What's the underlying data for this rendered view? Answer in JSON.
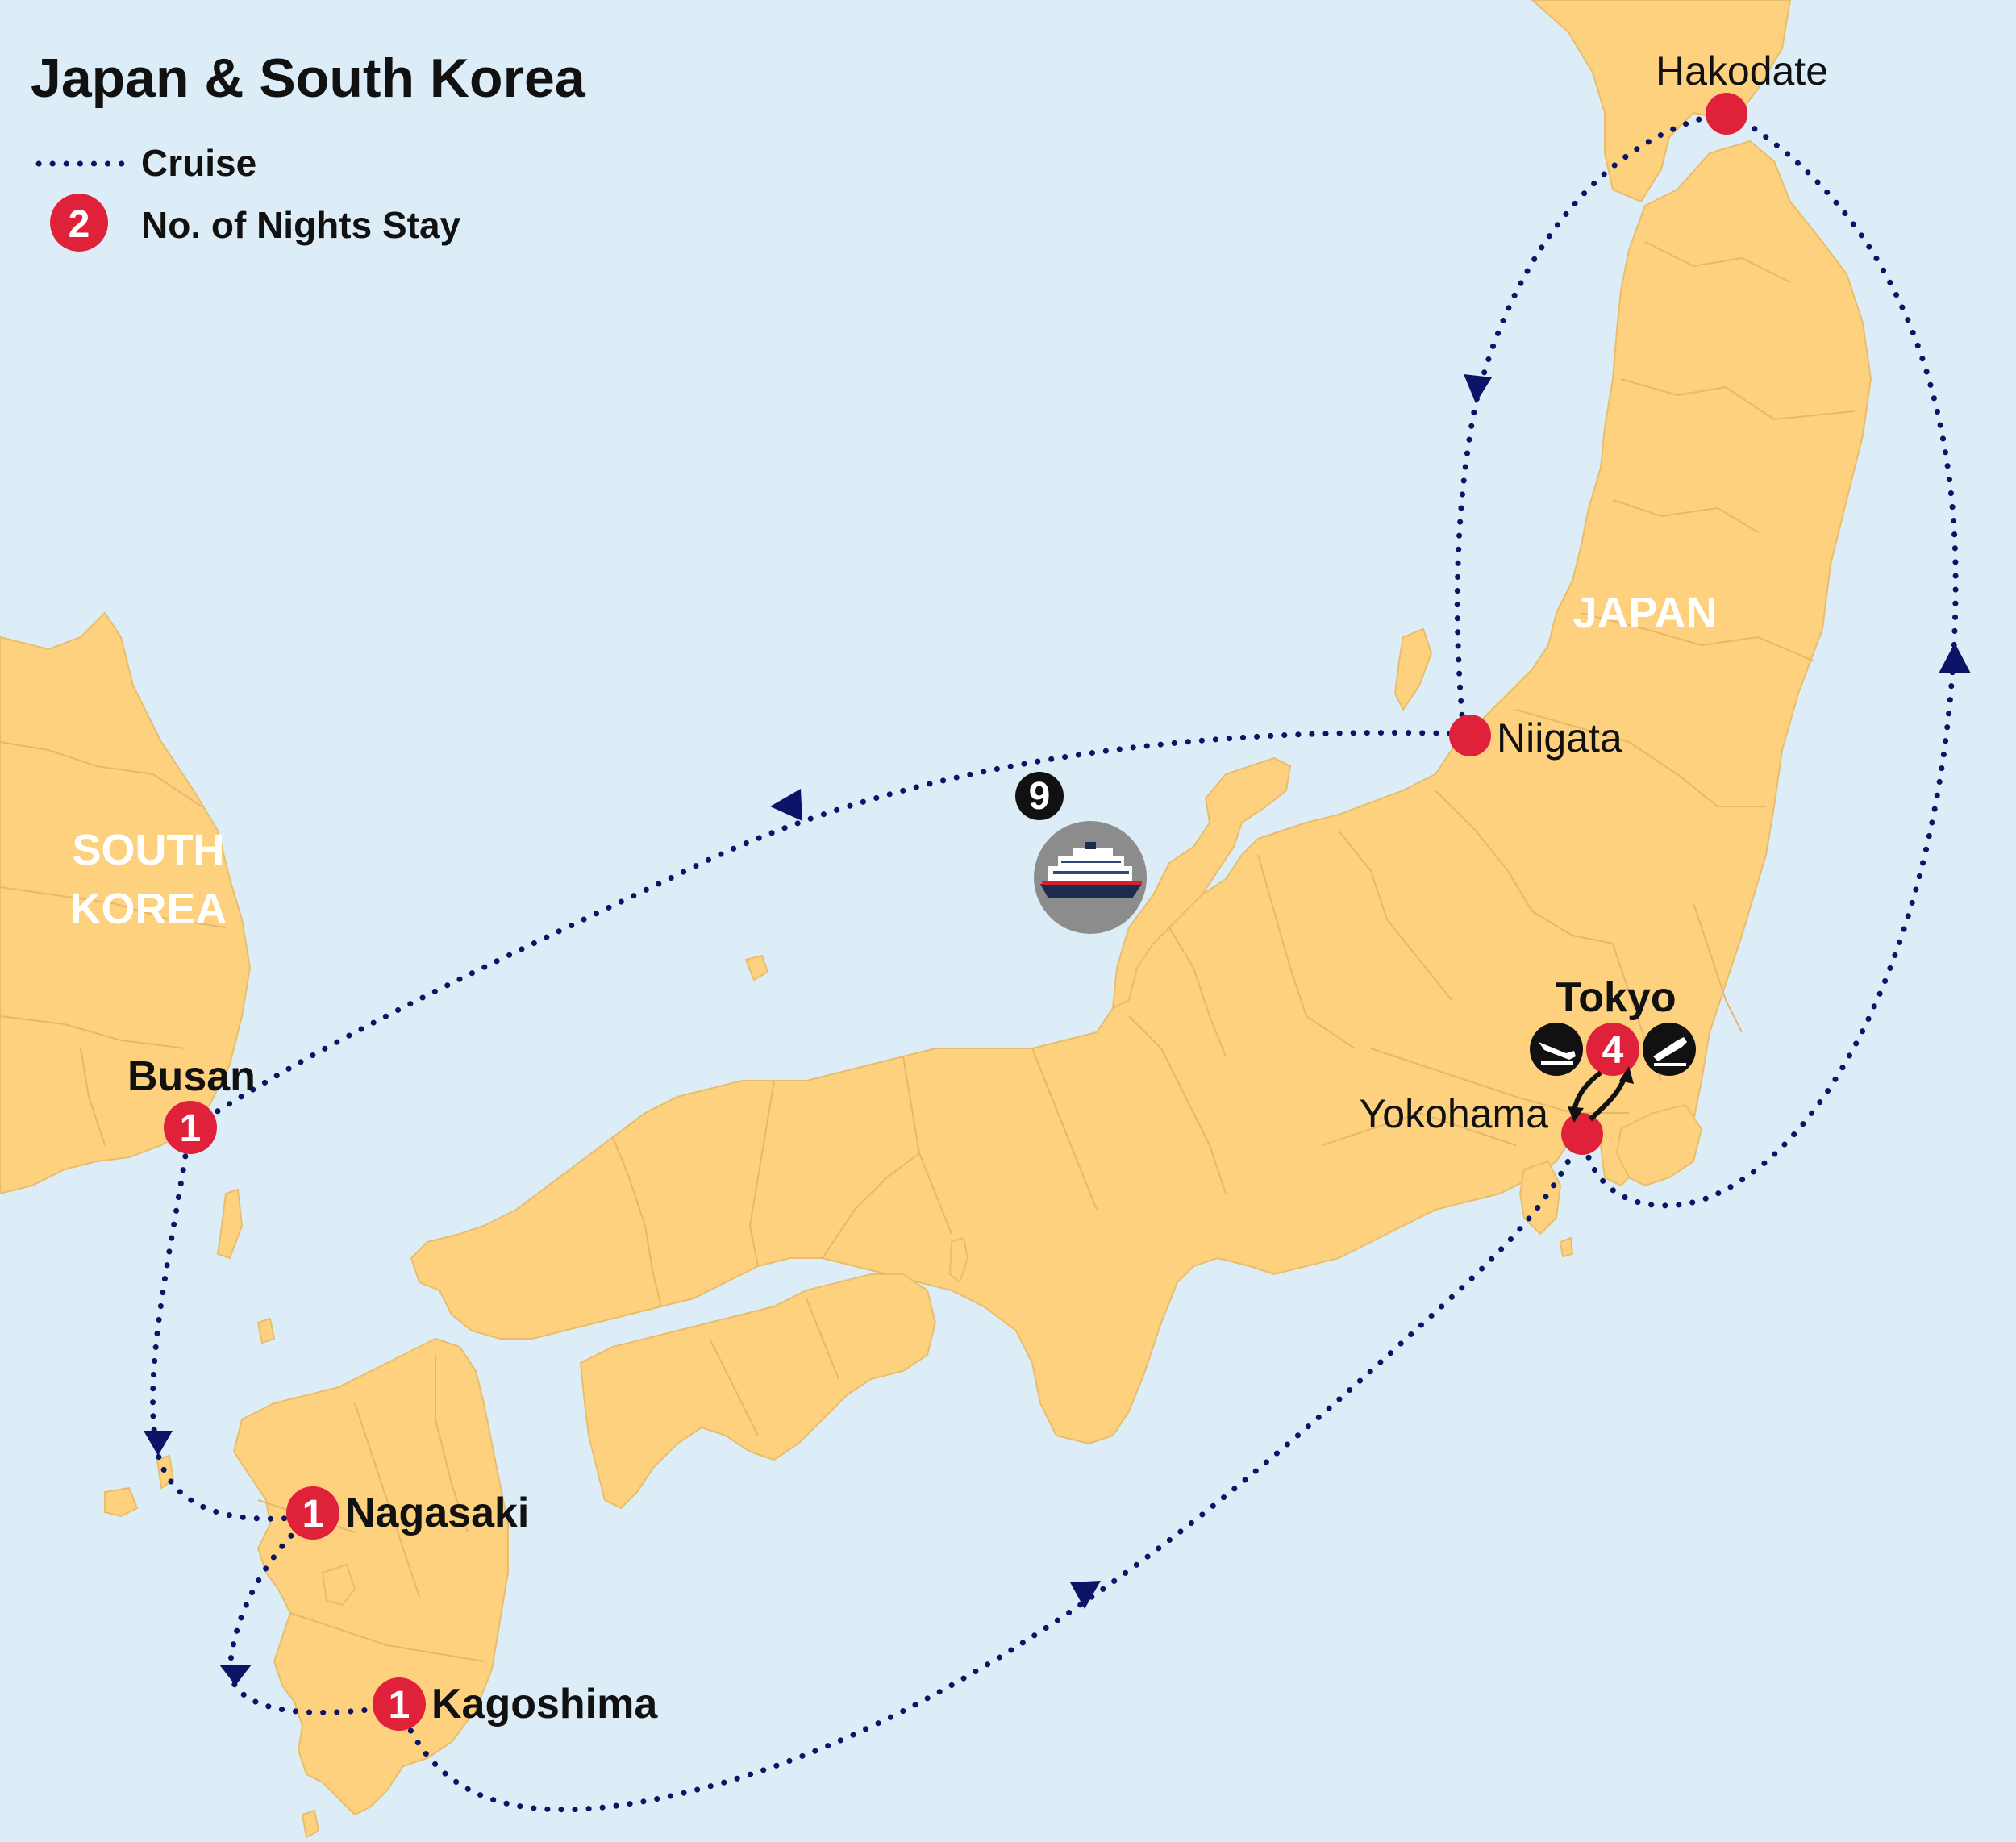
{
  "title": "Japan & South Korea",
  "legend": {
    "cruise_label": "Cruise",
    "nights_sample": "2",
    "nights_label": "No. of Nights Stay"
  },
  "countries": {
    "japan": "JAPAN",
    "south_korea_line1": "SOUTH",
    "south_korea_line2": "KOREA"
  },
  "stops": {
    "hakodate": {
      "name": "Hakodate"
    },
    "niigata": {
      "name": "Niigata"
    },
    "tokyo": {
      "name": "Tokyo",
      "nights": "4"
    },
    "yokohama": {
      "name": "Yokohama"
    },
    "busan": {
      "name": "Busan",
      "nights": "1"
    },
    "nagasaki": {
      "name": "Nagasaki",
      "nights": "1"
    },
    "kagoshima": {
      "name": "Kagoshima",
      "nights": "1"
    }
  },
  "cruise_badge": {
    "nights": "9",
    "icon": "cruise-ship-icon"
  },
  "colors": {
    "sea": "#ddedf7",
    "land": "#fdd17e",
    "route": "#0b1466",
    "stop_marker": "#e0213a",
    "badge_dark": "#111111",
    "cruise_circle": "#8c8c8c"
  },
  "icons": [
    "plane-landing-icon",
    "plane-departure-icon",
    "cruise-ship-icon"
  ]
}
